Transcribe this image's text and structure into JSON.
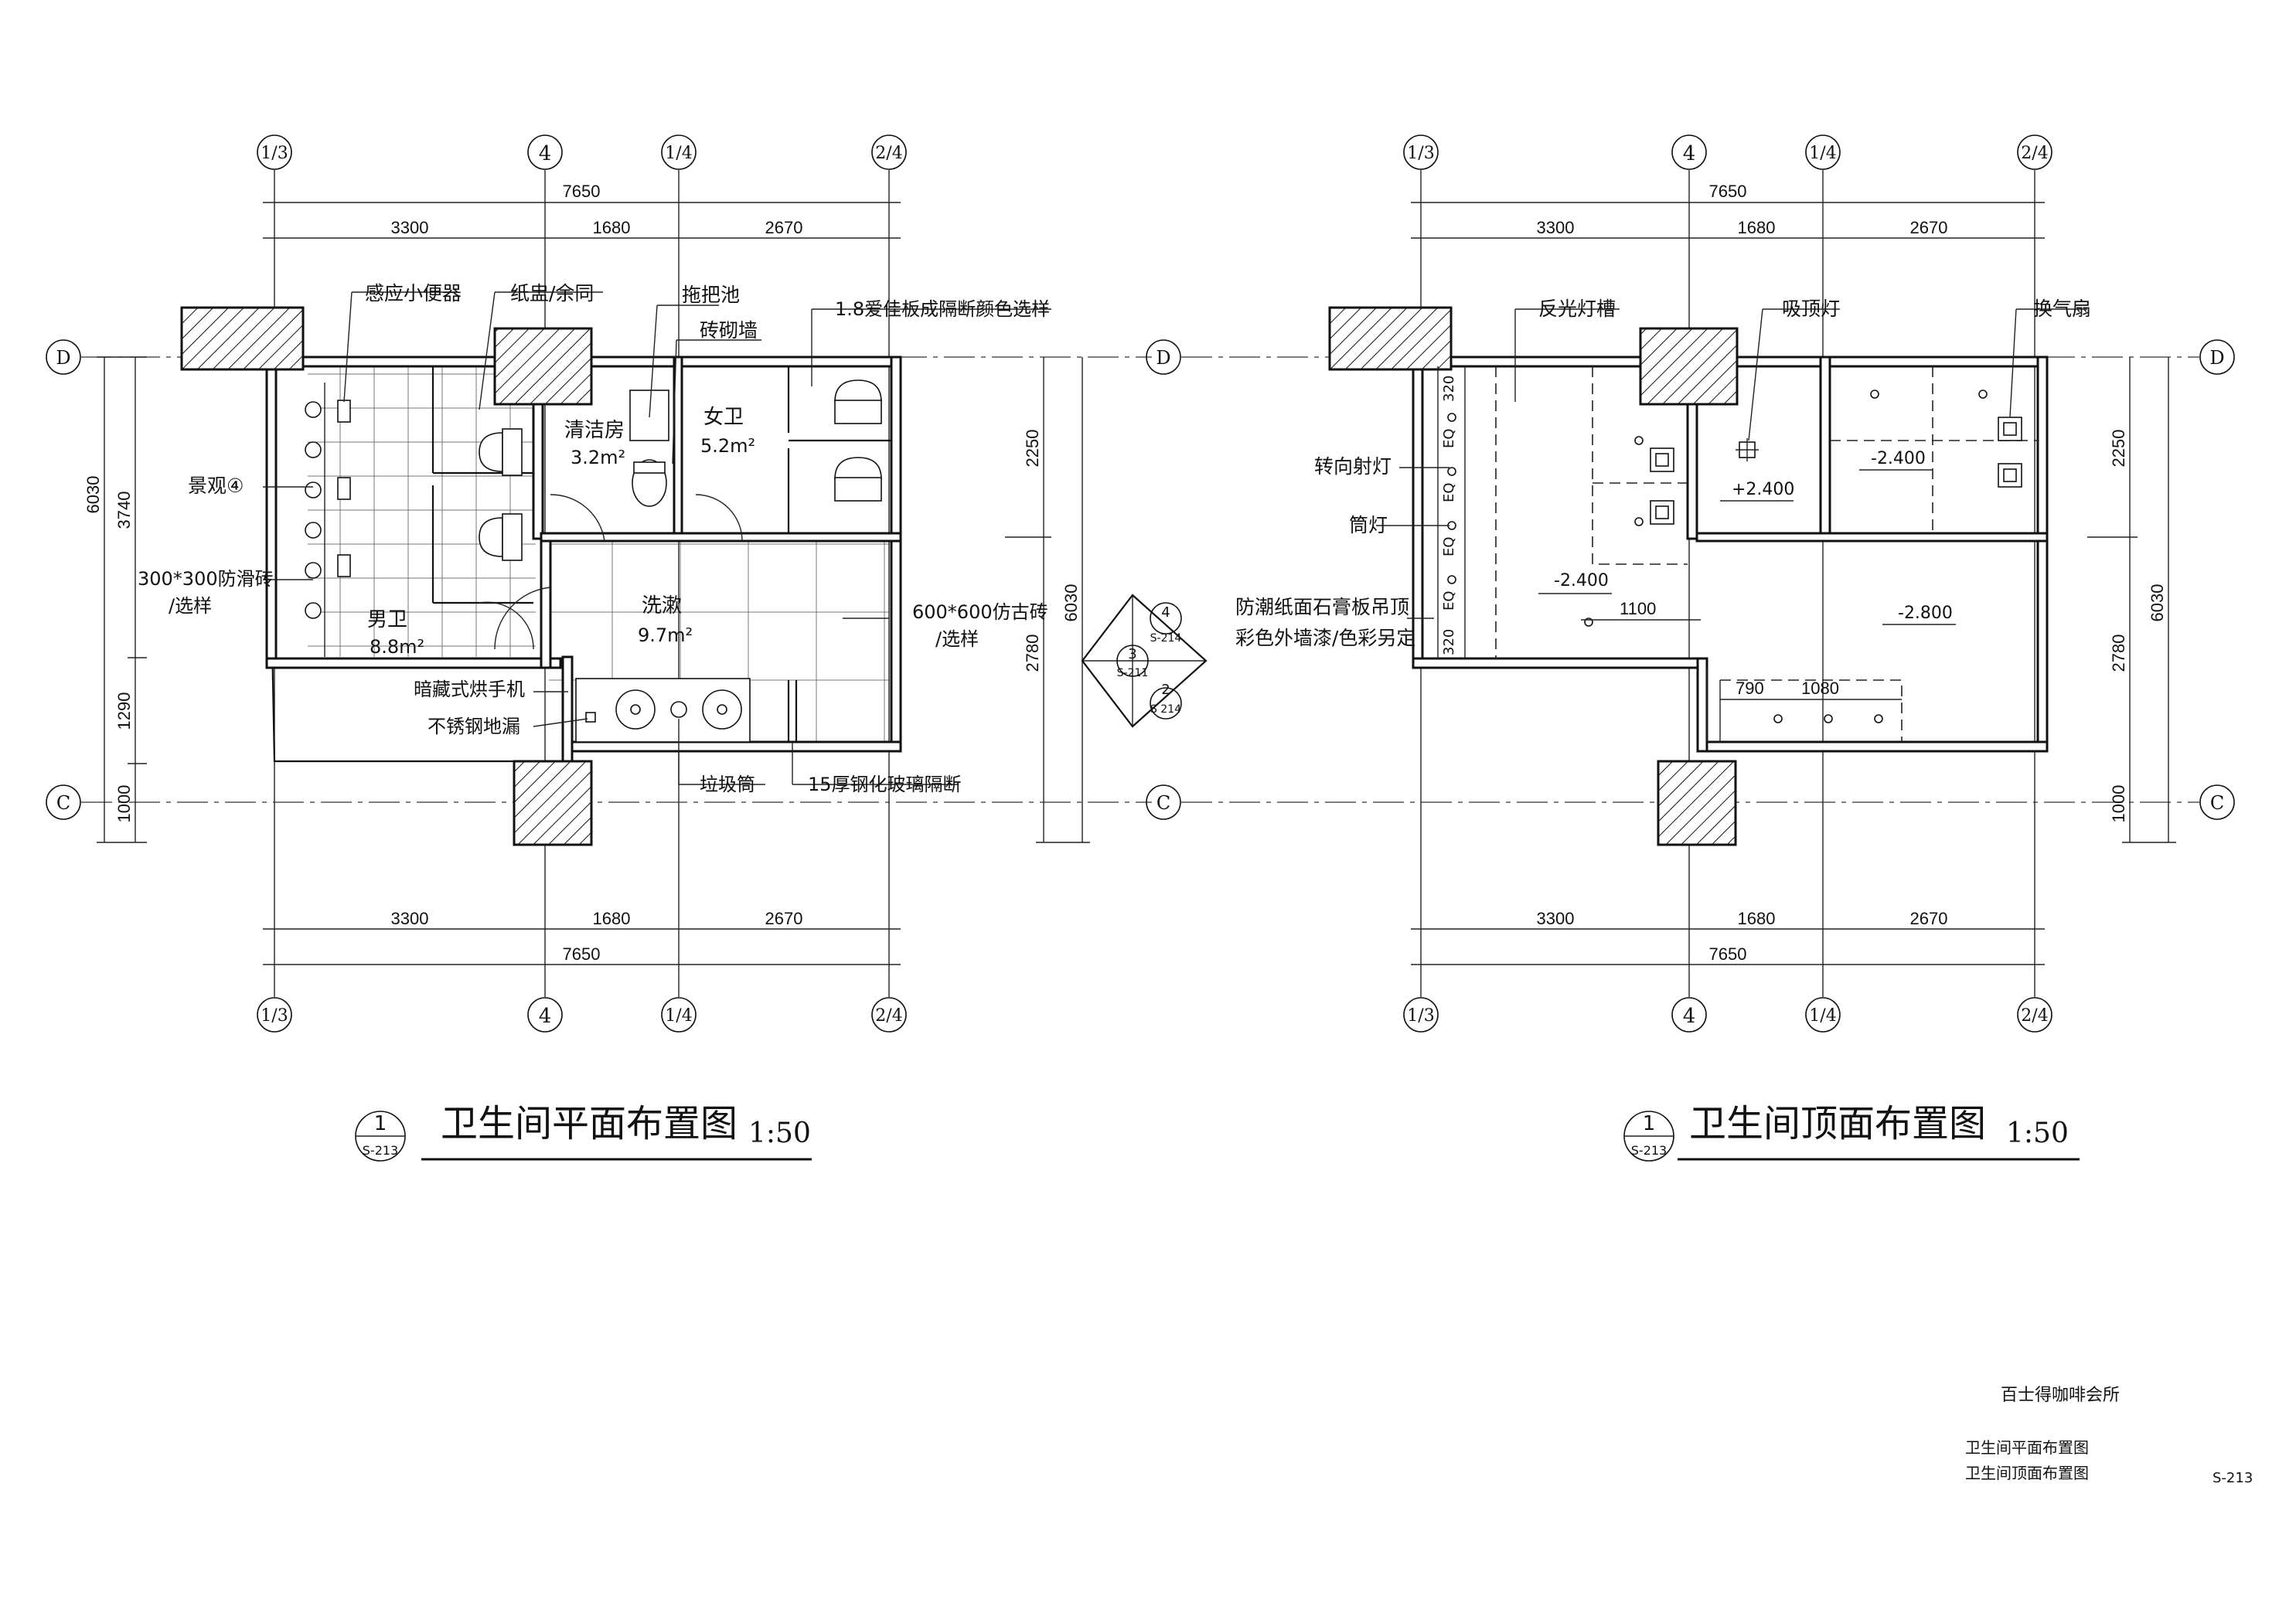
{
  "grid_labels": {
    "col_1_3": "1/3",
    "col_4": "4",
    "col_1_4": "1/4",
    "col_2_4": "2/4",
    "row_D": "D",
    "row_C": "C"
  },
  "dims": {
    "total": "7650",
    "d3300": "3300",
    "d1680": "1680",
    "d2670": "2670",
    "d3740": "3740",
    "d6030": "6030",
    "d1290": "1290",
    "d1000": "1000",
    "d2250": "2250",
    "d2780": "2780"
  },
  "plan": {
    "title": "卫生间平面布置图",
    "scale": "1:50",
    "ref_num": "1",
    "ref_sheet": "S-213",
    "labels": {
      "sensor_urinal": "感应小便器",
      "tissue": "纸盅/余同",
      "mop_sink": "拖把池",
      "brick_wall": "砖砌墙",
      "partition": "1.8爱佳板成隔断颜色选样",
      "landscape": "景观④",
      "tile_300": "300*300防滑砖",
      "tile_300_sel": "/选样",
      "cleaning_room": "清洁房",
      "cleaning_area": "3.2m²",
      "women": "女卫",
      "women_area": "5.2m²",
      "men": "男卫",
      "men_area": "8.8m²",
      "wash": "洗漱",
      "wash_area": "9.7m²",
      "tile_600": "600*600仿古砖",
      "tile_600_sel": "/选样",
      "hand_dryer": "暗藏式烘手机",
      "floor_drain": "不锈钢地漏",
      "trash_bin": "垃圾筒",
      "glass_partition": "15厚钢化玻璃隔断"
    },
    "section_markers": {
      "s4": "4",
      "s4_sheet": "S-214",
      "s3": "3",
      "s3_sheet": "S-211",
      "s2": "2",
      "s2_sheet": "S 214"
    }
  },
  "ceiling": {
    "title": "卫生间顶面布置图",
    "scale": "1:50",
    "ref_num": "1",
    "ref_sheet": "S-213",
    "labels": {
      "light_trough": "反光灯槽",
      "ceiling_light": "吸顶灯",
      "exhaust_fan": "换气扇",
      "spot_light": "转向射灯",
      "down_light": "筒灯",
      "gypsum": "防潮纸面石膏板吊顶",
      "paint": "彩色外墙漆/色彩另定",
      "lvl_p2400": "+2.400",
      "lvl_m2400a": "-2.400",
      "lvl_m2400b": "-2.400",
      "lvl_m2800": "-2.800",
      "d1100": "1100",
      "d790": "790",
      "d1080": "1080",
      "eq": "EQ",
      "d320": "320"
    }
  },
  "title_block": {
    "project": "百士得咖啡会所",
    "drawing1": "卫生间平面布置图",
    "drawing2": "卫生间顶面布置图",
    "sheet_no": "S-213"
  }
}
